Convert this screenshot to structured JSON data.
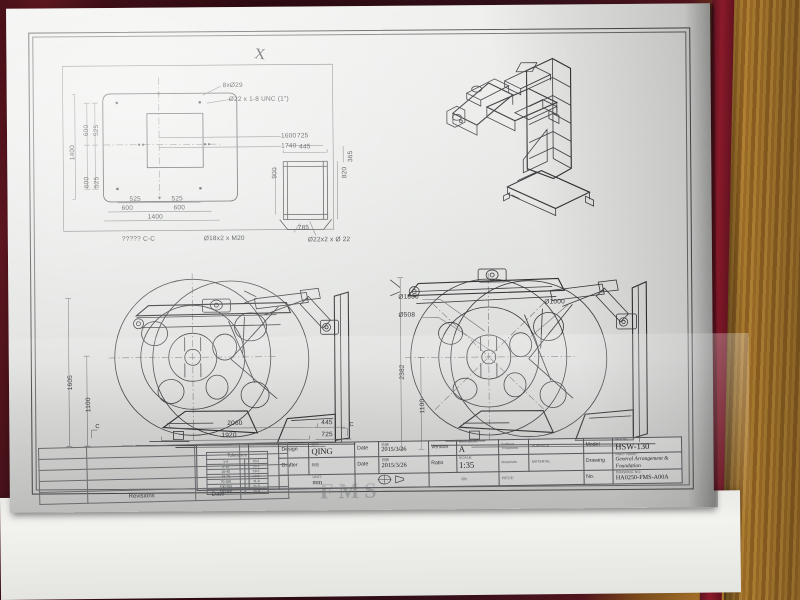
{
  "scene": {
    "subject": "photograph of a printed mechanical engineering drawing in an open binder on a wooden desk",
    "desk_color": "#9d6b27",
    "binding_color": "#7a1a28",
    "paper_color": "#eaeae8",
    "ink_color": "#3a3a3c"
  },
  "drawing": {
    "check_mark": "X",
    "views": {
      "foundation_plan": {
        "caption": "????? C-C",
        "dimensions": {
          "overall_width": "1400",
          "overall_height": "1400",
          "bolt_left": "525",
          "bolt_right": "525",
          "edge_left": "600",
          "edge_right": "600",
          "top_600": "600",
          "top_525": "525",
          "bottom_600": "600",
          "bottom_525": "525"
        },
        "notes": [
          "8xØ29",
          "Ø22 x 1-8 UNC (1\")",
          "Ø18x2 x  M20"
        ]
      },
      "foundation_section": {
        "dimensions": {
          "width_725": "725",
          "width_445": "445",
          "height_365": "365",
          "height_900": "900",
          "height_820": "820",
          "base_785": "785",
          "tie_1600": "1600",
          "tie_1740": "1740"
        },
        "notes": [
          "Ø22x2 x Ø 22"
        ]
      },
      "isometric": {
        "label": ""
      },
      "side_elevation_left": {
        "dimensions": {
          "height_1605": "1605",
          "height_1100": "1100",
          "length_2060": "2060",
          "length_1920": "1920",
          "offset_445": "445",
          "offset_725": "725"
        },
        "section_marks": [
          "C",
          "C"
        ]
      },
      "front_elevation_right": {
        "dimensions": {
          "height_2382": "2382",
          "height_1100": "1100"
        },
        "diameters": [
          "Ø1800",
          "Ø508",
          "Ø1000"
        ]
      }
    }
  },
  "title_block": {
    "tolerance_header": "Tolerance",
    "tolerance_rows": [
      [
        "1-4",
        "±0.2"
      ],
      [
        "4-10",
        "±0.3"
      ],
      [
        "10-40",
        "±0.5"
      ],
      [
        "40-70",
        "±0.8"
      ],
      [
        "70-100",
        "±1.0"
      ],
      [
        "100-200",
        "±1.5"
      ],
      [
        "200-400",
        "±2.0"
      ]
    ],
    "finish_caption": "粗糙度",
    "design_label": "Design",
    "design_caption": "设计",
    "design_value": "QING",
    "drafter_label": "Drafter",
    "drafter_caption": "制图",
    "drafter_value": "",
    "date_label_1": "Date",
    "date_caption_1": "日期",
    "date_value_1": "2015/3/26",
    "date_label_2": "Date",
    "date_caption_2": "日期",
    "date_value_2": "2015/3/26",
    "version_label": "Version",
    "revision_caption": "REVISION:",
    "revision_value": "A",
    "ratio_label": "Ratio",
    "scale_caption": "SCALE:",
    "scale_value": "1:35",
    "unit_label": "Unit",
    "unit_caption": "UNIT:",
    "unit_value": "mm",
    "surface_treatment_label": "Surface Treatment",
    "surface_caption": "SURFACE:",
    "surface_value": "",
    "materials_label": "Materials",
    "material_caption": "MATERIAL:",
    "material_value": "",
    "qty_label": "Qty",
    "piece_caption": "PIECE:",
    "piece_value": "",
    "model_label": "Model",
    "model_caption": "MODEL:",
    "model_value": "HSW-130",
    "drawing_label": "Drawing",
    "partname_caption": "PART NAME:",
    "partname_value": "General Arrangement & Foundation",
    "no_label": "No.",
    "drawingno_caption": "DRAWING NO:",
    "drawingno_value": "HA0250-FMS-A00A",
    "watermark": "FMS"
  },
  "revision_block": {
    "col_revisions": "Revisions",
    "col_date": "Date"
  }
}
